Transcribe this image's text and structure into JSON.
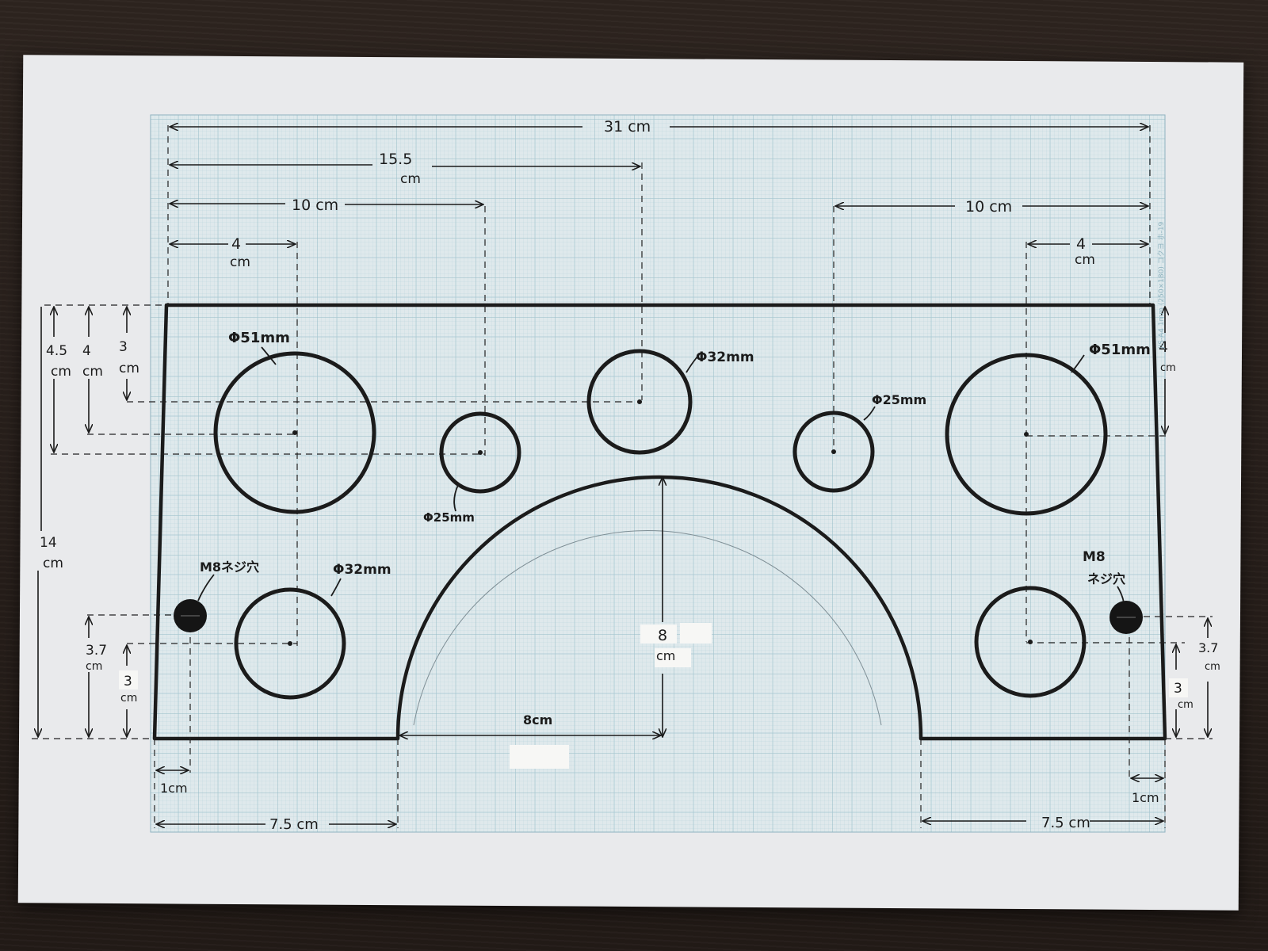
{
  "drawing": {
    "dimensions": {
      "total_width": "31 cm",
      "center_offset": "15.5",
      "center_offset_unit": "cm",
      "left_10": "10 cm",
      "right_10": "10 cm",
      "left_4": "4",
      "left_4_unit": "cm",
      "right_4": "4",
      "right_4_unit": "cm",
      "left_45": "4.5",
      "left_45_unit": "cm",
      "left_4v": "4",
      "left_4v_unit": "cm",
      "left_3": "3",
      "left_3_unit": "cm",
      "right_4v": "4",
      "right_4v_unit": "cm",
      "height_14": "14",
      "height_14_unit": "cm",
      "left_37": "3.7",
      "left_37_unit": "cm",
      "left_3b": "3",
      "left_3b_unit": "cm",
      "right_37": "3.7",
      "right_37_unit": "cm",
      "right_3b": "3",
      "right_3b_unit": "cm",
      "arch_height": "8",
      "arch_height_unit": "cm",
      "arch_radius": "8cm",
      "left_1": "1cm",
      "right_1": "1cm",
      "left_75": "7.5 cm",
      "right_75": "7.5 cm"
    },
    "holes": {
      "big_left": "Φ51mm",
      "big_right": "Φ51mm",
      "top_center": "Φ32mm",
      "bottom_left": "Φ32mm",
      "small_left": "Φ25mm",
      "small_right": "Φ25mm",
      "m8_left": "M8ネジ穴",
      "m8_right_1": "M8",
      "m8_right_2": "ネジ穴"
    },
    "paper_mark": "JIS-A4  1mm (250×180)  コクヨ  ホ-19"
  }
}
